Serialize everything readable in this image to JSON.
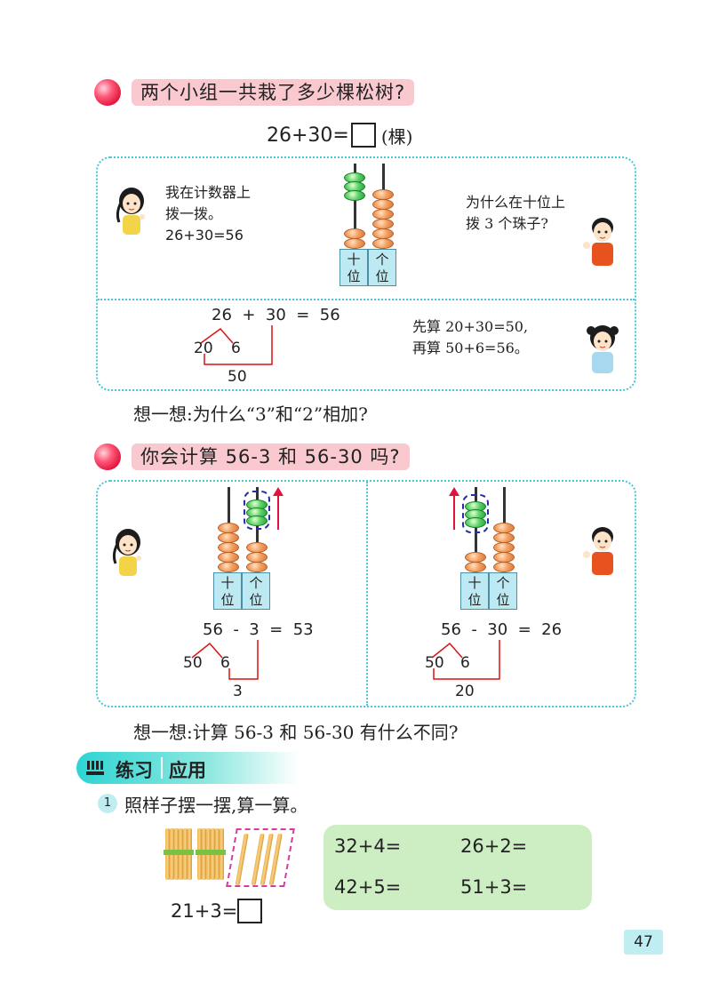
{
  "section1": {
    "question": "两个小组一共栽了多少棵松树?",
    "equation_left": "26+30=",
    "equation_unit": "(棵)",
    "girl_speech_line1": "我在计数器上",
    "girl_speech_line2": "拨一拨。",
    "girl_speech_line3": "26+30=56",
    "boy_speech_line1": "为什么在十位上",
    "boy_speech_line2": "拨 3 个珠子?",
    "place_tens": "十\n位",
    "place_ones": "个\n位",
    "calc_expr": "26  +  30  =  56",
    "split_a": "20",
    "split_b": "6",
    "partial_sum": "50",
    "explain_line1": "先算 20+30=50,",
    "explain_line2": "再算 50+6=56。",
    "think": "想一想:为什么“3”和“2”相加?"
  },
  "section2": {
    "question": "你会计算 56-3 和 56-30 吗?",
    "left_expr": "56  -  3  =  53",
    "left_split_a": "50",
    "left_split_b": "6",
    "left_result": "3",
    "right_expr": "56  -  30  =  26",
    "right_split_a": "50",
    "right_split_b": "6",
    "right_result": "20",
    "think": "想一想:计算 56-3 和 56-30 有什么不同?"
  },
  "practice": {
    "tab_label1": "练习",
    "tab_label2": "应用",
    "item_number": "1",
    "instruction": "照样子摆一摆,算一算。",
    "example_equation": "21+3=",
    "exercises": [
      "32+4=",
      "26+2=",
      "42+5=",
      "51+3="
    ]
  },
  "page_number": "47",
  "colors": {
    "banner": "#f9c9cf",
    "dotted_border": "#49c7d8",
    "red": "#e0143c",
    "exercise_bg": "#cdeec2",
    "practice_tab": "#2ed4d4"
  }
}
